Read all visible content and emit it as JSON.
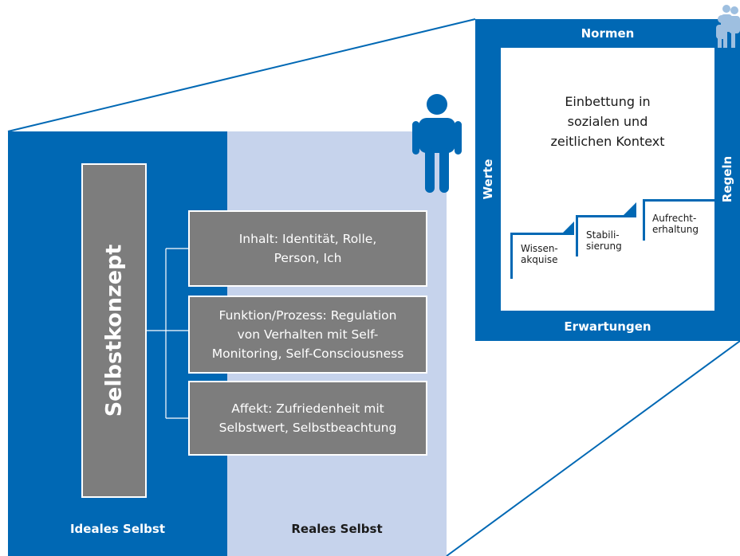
{
  "panels": {
    "ideal_label": "Ideales Selbst",
    "real_label": "Reales Selbst"
  },
  "selbstkonzept": "Selbstkonzept",
  "boxes": [
    {
      "line1": "Inhalt: Identität, Rolle,",
      "line2": "Person, Ich",
      "line3": ""
    },
    {
      "line1": "Funktion/Prozess: Regulation",
      "line2": "von Verhalten mit Self-",
      "line3": "Monitoring, Self-Consciousness"
    },
    {
      "line1": "Affekt: Zufriedenheit mit",
      "line2": "Selbstwert, Selbstbeachtung",
      "line3": ""
    }
  ],
  "context": {
    "top": "Normen",
    "bottom": "Erwartungen",
    "left": "Werte",
    "right": "Regeln",
    "center_lines": [
      "Einbettung in",
      "sozialen und",
      "zeitlichen Kontext"
    ],
    "steps": [
      {
        "line1": "Wissen-",
        "line2": "akquise"
      },
      {
        "line1": "Stabili-",
        "line2": "sierung"
      },
      {
        "line1": "Aufrecht-",
        "line2": "erhaltung"
      }
    ]
  },
  "icons": {
    "single": "person-icon",
    "group": "people-group-icon"
  },
  "colors": {
    "dark_blue": "#0068b4",
    "light_blue": "#c6d3ec",
    "box_gray": "#7d7d7d",
    "icon_light": "#9ebfe0"
  }
}
